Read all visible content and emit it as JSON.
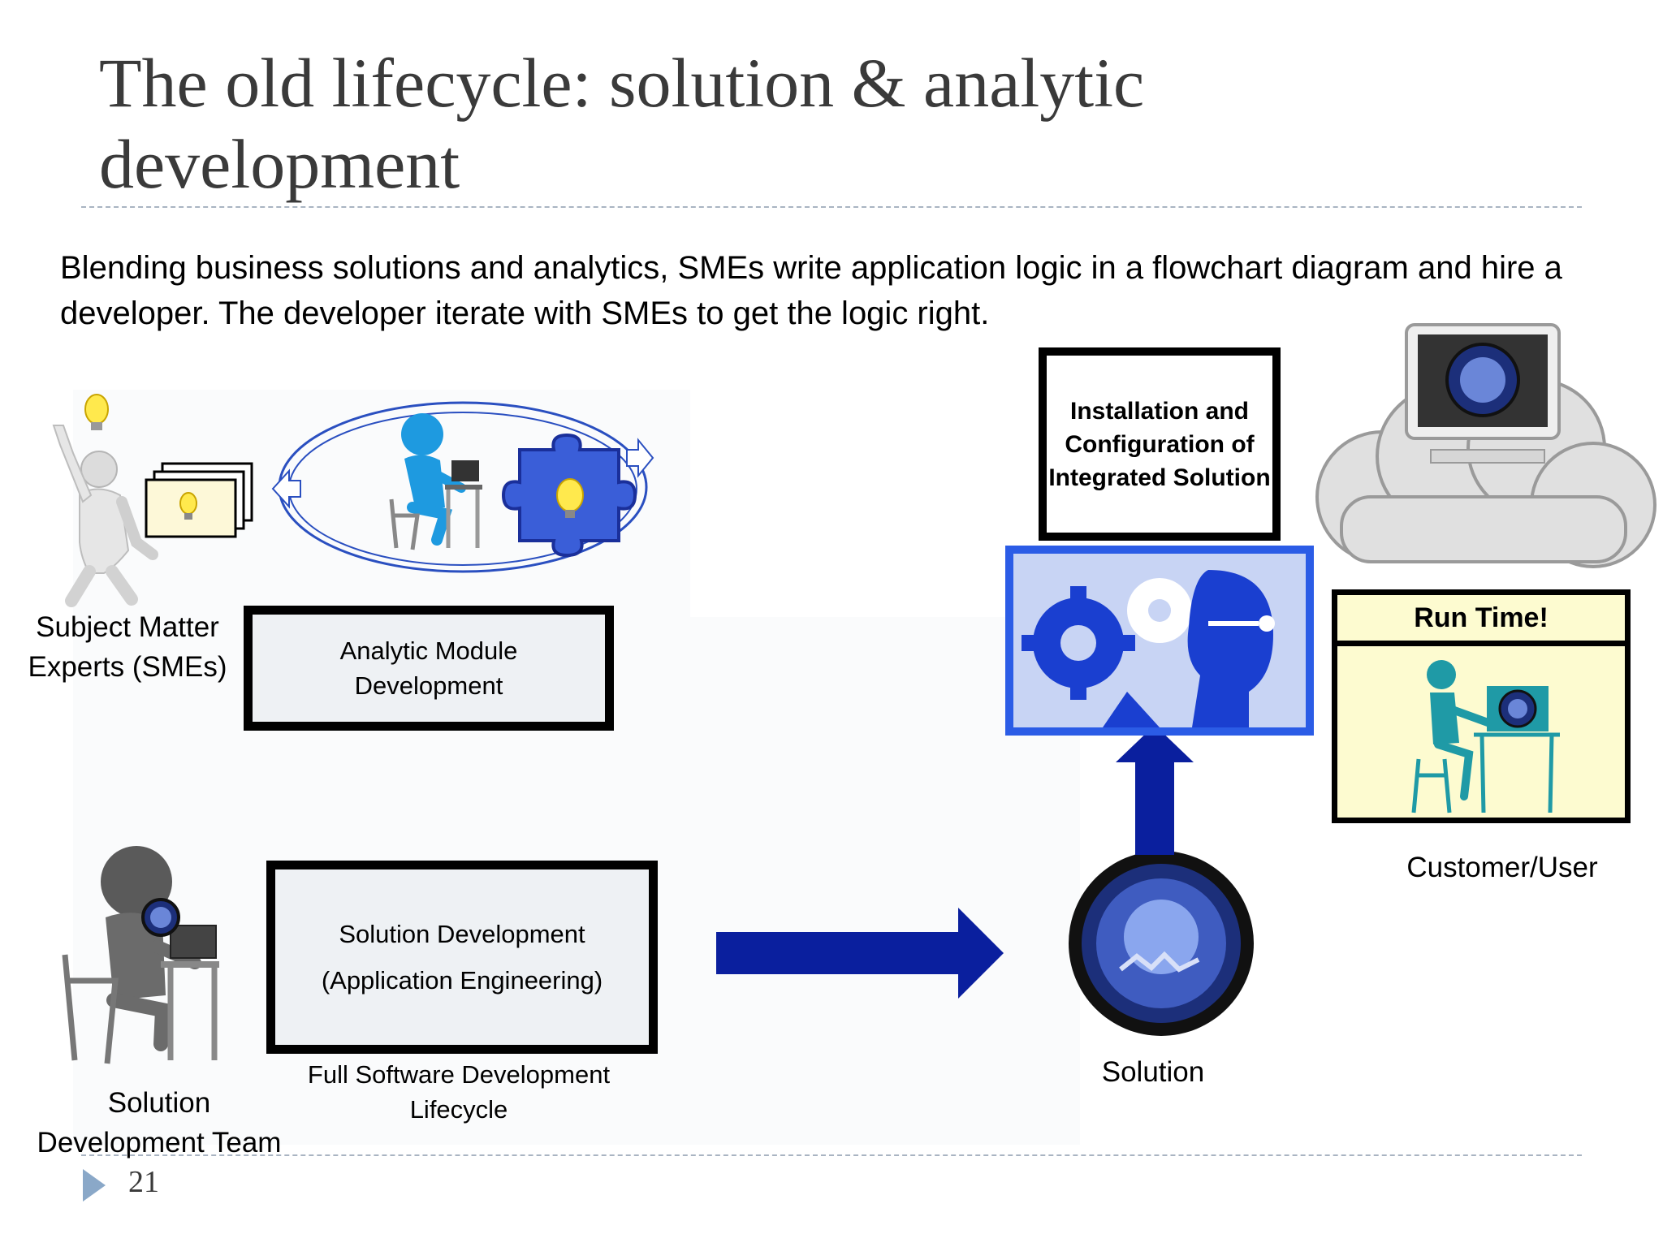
{
  "slide": {
    "title": "The old lifecycle: solution & analytic development",
    "intro": "Blending business solutions and analytics, SMEs write application logic in a flowchart diagram and hire a developer. The developer iterate with SMEs to get the logic right.",
    "page_number": "21"
  },
  "diagram": {
    "sme_label": "Subject Matter Experts (SMEs)",
    "analytic_box": "Analytic Module Development",
    "team_label": "Solution Development Team",
    "solution_box_line1": "Solution Development",
    "solution_box_line2": "(Application Engineering)",
    "lifecycle_caption": "Full Software Development Lifecycle",
    "install_box": "Installation and Configuration of Integrated Solution",
    "runtime_header": "Run Time!",
    "customer_label": "Customer/User",
    "solution_label": "Solution"
  },
  "colors": {
    "accent_blue": "#0a1f9e",
    "title_gray": "#3a3a3a",
    "runtime_yellow": "#fdfbd0",
    "bullet_blue": "#8aa8c8"
  },
  "icons": [
    "lightbulb-icon",
    "person-pointing-icon",
    "documents-icon",
    "blue-developer-icon",
    "puzzle-icon",
    "gray-developer-icon",
    "blue-arrow-icon",
    "solution-orb-icon",
    "gears-head-icon",
    "cloud-computer-icon",
    "customer-at-desk-icon",
    "slide-bullet-icon"
  ]
}
